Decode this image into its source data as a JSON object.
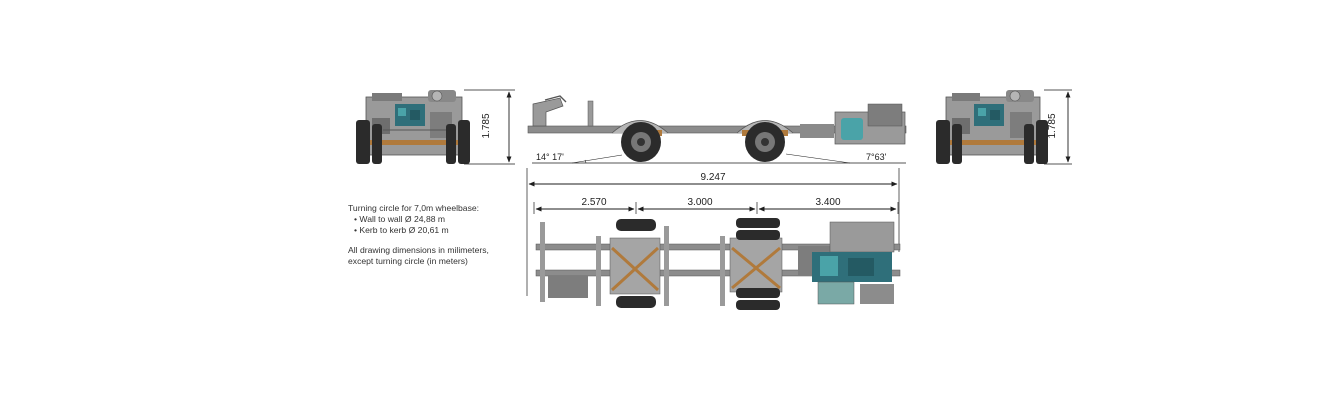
{
  "dimensions": {
    "height_front": "1.785",
    "height_rear": "1.785",
    "approach_angle": "14° 17'",
    "departure_angle": "7°63'",
    "total_length": "9.247",
    "front_overhang": "2.570",
    "wheelbase": "3.000",
    "rear_overhang": "3.400"
  },
  "notes": {
    "turning_title": "Turning circle for 7,0m wheelbase:",
    "wall_to_wall": "• Wall to wall Ø 24,88 m",
    "kerb_to_kerb": "• Kerb to kerb Ø 20,61 m",
    "units_line1": "All drawing dimensions in milimeters,",
    "units_line2": "except turning circle (in meters)"
  },
  "colors": {
    "frame": "#8c8c8c",
    "frame_dark": "#555555",
    "tire": "#2b2b2b",
    "axle_brown": "#b07a3c",
    "engine_teal": "#2f6f7a",
    "tank_teal": "#4aa3a8",
    "dim_line": "#1e1e1e"
  }
}
